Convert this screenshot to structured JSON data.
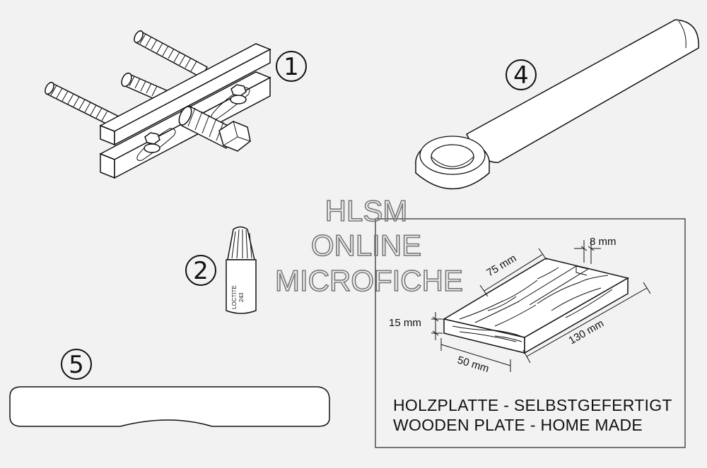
{
  "watermark": {
    "line1": "HLSM",
    "line2": "ONLINE",
    "line3": "MICROFICHE"
  },
  "callouts": {
    "part1": "1",
    "part2": "2",
    "part4": "4",
    "part5": "5"
  },
  "loctite": {
    "brand": "LOCTITE",
    "grade": "243"
  },
  "wooden_plate": {
    "dim_slot": "8 mm",
    "dim_slot_length": "75 mm",
    "dim_thickness": "15 mm",
    "dim_length": "130 mm",
    "dim_width": "50 mm",
    "caption_de": "HOLZPLATTE - SELBSTGEFERTIGT",
    "caption_en": "WOODEN PLATE - HOME MADE"
  }
}
